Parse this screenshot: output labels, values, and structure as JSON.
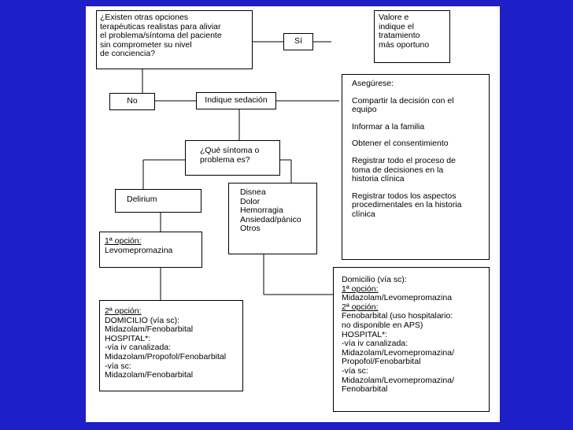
{
  "q1": "¿Existen otras opciones\nterapéuticas realistas para aliviar\nel problema/síntoma del paciente\nsin comprometer su nivel\nde conciencia?",
  "si": "Sí",
  "valore": "Valore e\nindique el\ntratamiento\nmás oportuno",
  "no": "No",
  "indique": "Indique sedación",
  "asegurese": {
    "title": "Asegúrese:",
    "items": [
      "Compartir la decisión con el\nequipo",
      "Informar a la familia",
      "Obtener el consentimiento",
      "Registrar todo el proceso de\ntoma de decisiones en la\nhistoria clínica",
      "Registrar todos los aspectos\nprocedimentales en la historia\nclínica"
    ]
  },
  "q2": "¿Qué síntoma o\nproblema es?",
  "delirium": "Delirium",
  "disnea": "Disnea\nDolor\nHemorragia\nAnsiedad/pánico\nOtros",
  "opt1": {
    "heading": "1ª opción:",
    "drug": "Levomepromazina"
  },
  "opt2": {
    "heading": "2ª opción:",
    "body": "DOMICILIO (vía sc):\nMidazolam/Fenobarbital\nHOSPITAL*:\n-vía iv canalizada:\nMidazolam/Propofol/Fenobarbital\n-vía sc:\nMidazolam/Fenobarbital"
  },
  "domicilio": {
    "l1": "Domicilio (vía sc):",
    "l2": "1ª opción:",
    "l3": "Midazolam/Levomepromazina",
    "l4": "2ª opción:",
    "rest": "Fenobarbital (uso hospitalario:\nno disponible en APS)\nHOSPITAL*:\n-vía iv canalizada:\nMidazolam/Levomepromazina/\nPropofol/Fenobarbital\n-vía sc:\nMidazolam/Levomepromazina/\nFenobarbital"
  }
}
